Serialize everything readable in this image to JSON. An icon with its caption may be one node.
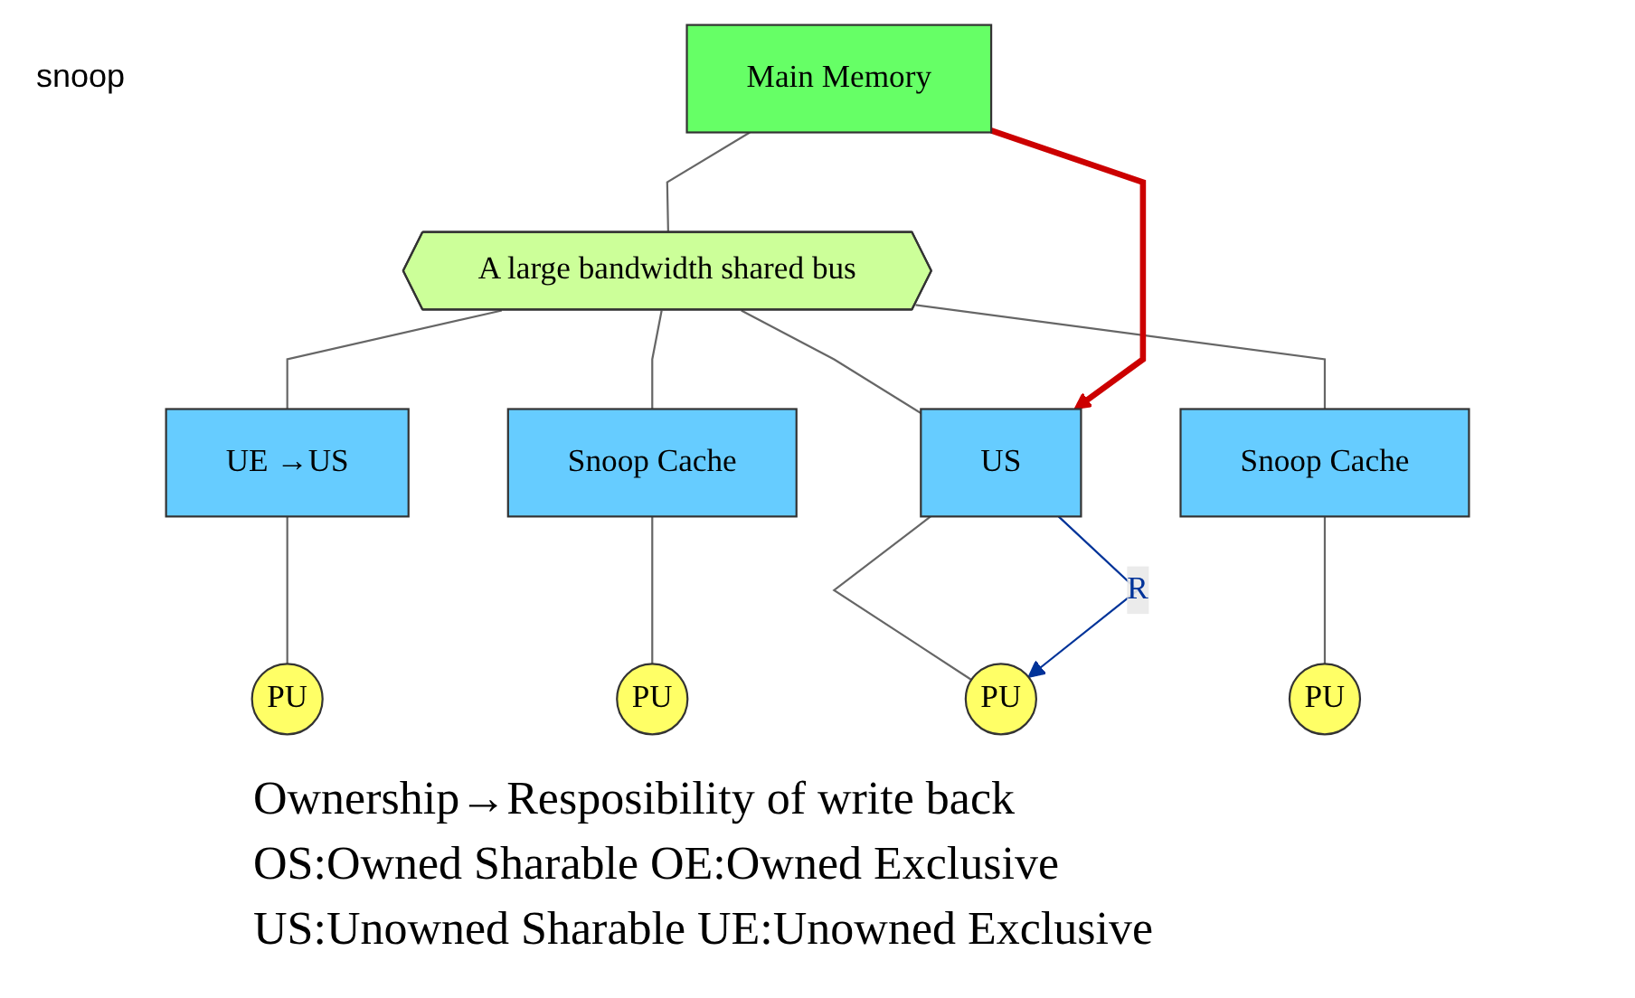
{
  "diagram": {
    "nodes": [
      {
        "text": [
          "Main Memory"
        ]
      },
      {
        "text": [
          "A large bandwidth shared bus"
        ]
      },
      {
        "text": [
          "UE →US"
        ]
      },
      {
        "text": [
          "Snoop Cache"
        ]
      },
      {
        "text": [
          "US"
        ]
      },
      {
        "text": [
          "Snoop Cache"
        ]
      },
      {
        "text": [
          "PU"
        ]
      },
      {
        "text": [
          "PU"
        ]
      },
      {
        "text": [
          "PU"
        ]
      },
      {
        "text": [
          "PU"
        ]
      }
    ],
    "edges": [
      {
        "from": 0,
        "to": 1,
        "arrow": "none"
      },
      {
        "from": 1,
        "to": 2,
        "arrow": "none"
      },
      {
        "from": 1,
        "to": 3,
        "arrow": "none"
      },
      {
        "from": 1,
        "to": 4,
        "arrow": "none"
      },
      {
        "from": 1,
        "to": 5,
        "arrow": "none"
      },
      {
        "from": 2,
        "to": 6,
        "arrow": "none"
      },
      {
        "from": 3,
        "to": 7,
        "arrow": "none"
      },
      {
        "from": 4,
        "to": 8,
        "arrow": "none"
      },
      {
        "from": 5,
        "to": 9,
        "arrow": "none"
      },
      {
        "from": 0,
        "to": 4,
        "arrow": "to",
        "style": "thick",
        "color": "#cc0000"
      },
      {
        "from": 4,
        "to": 8,
        "arrow": "to",
        "label": "R",
        "color": "#003399"
      }
    ],
    "labels": [
      "snoop",
      "Ownership→Resposibility of write back",
      "OS:Owned Sharable OE:Owned Exclusive",
      "US:Unowned Sharable UE:Unowned Exclusive"
    ]
  }
}
